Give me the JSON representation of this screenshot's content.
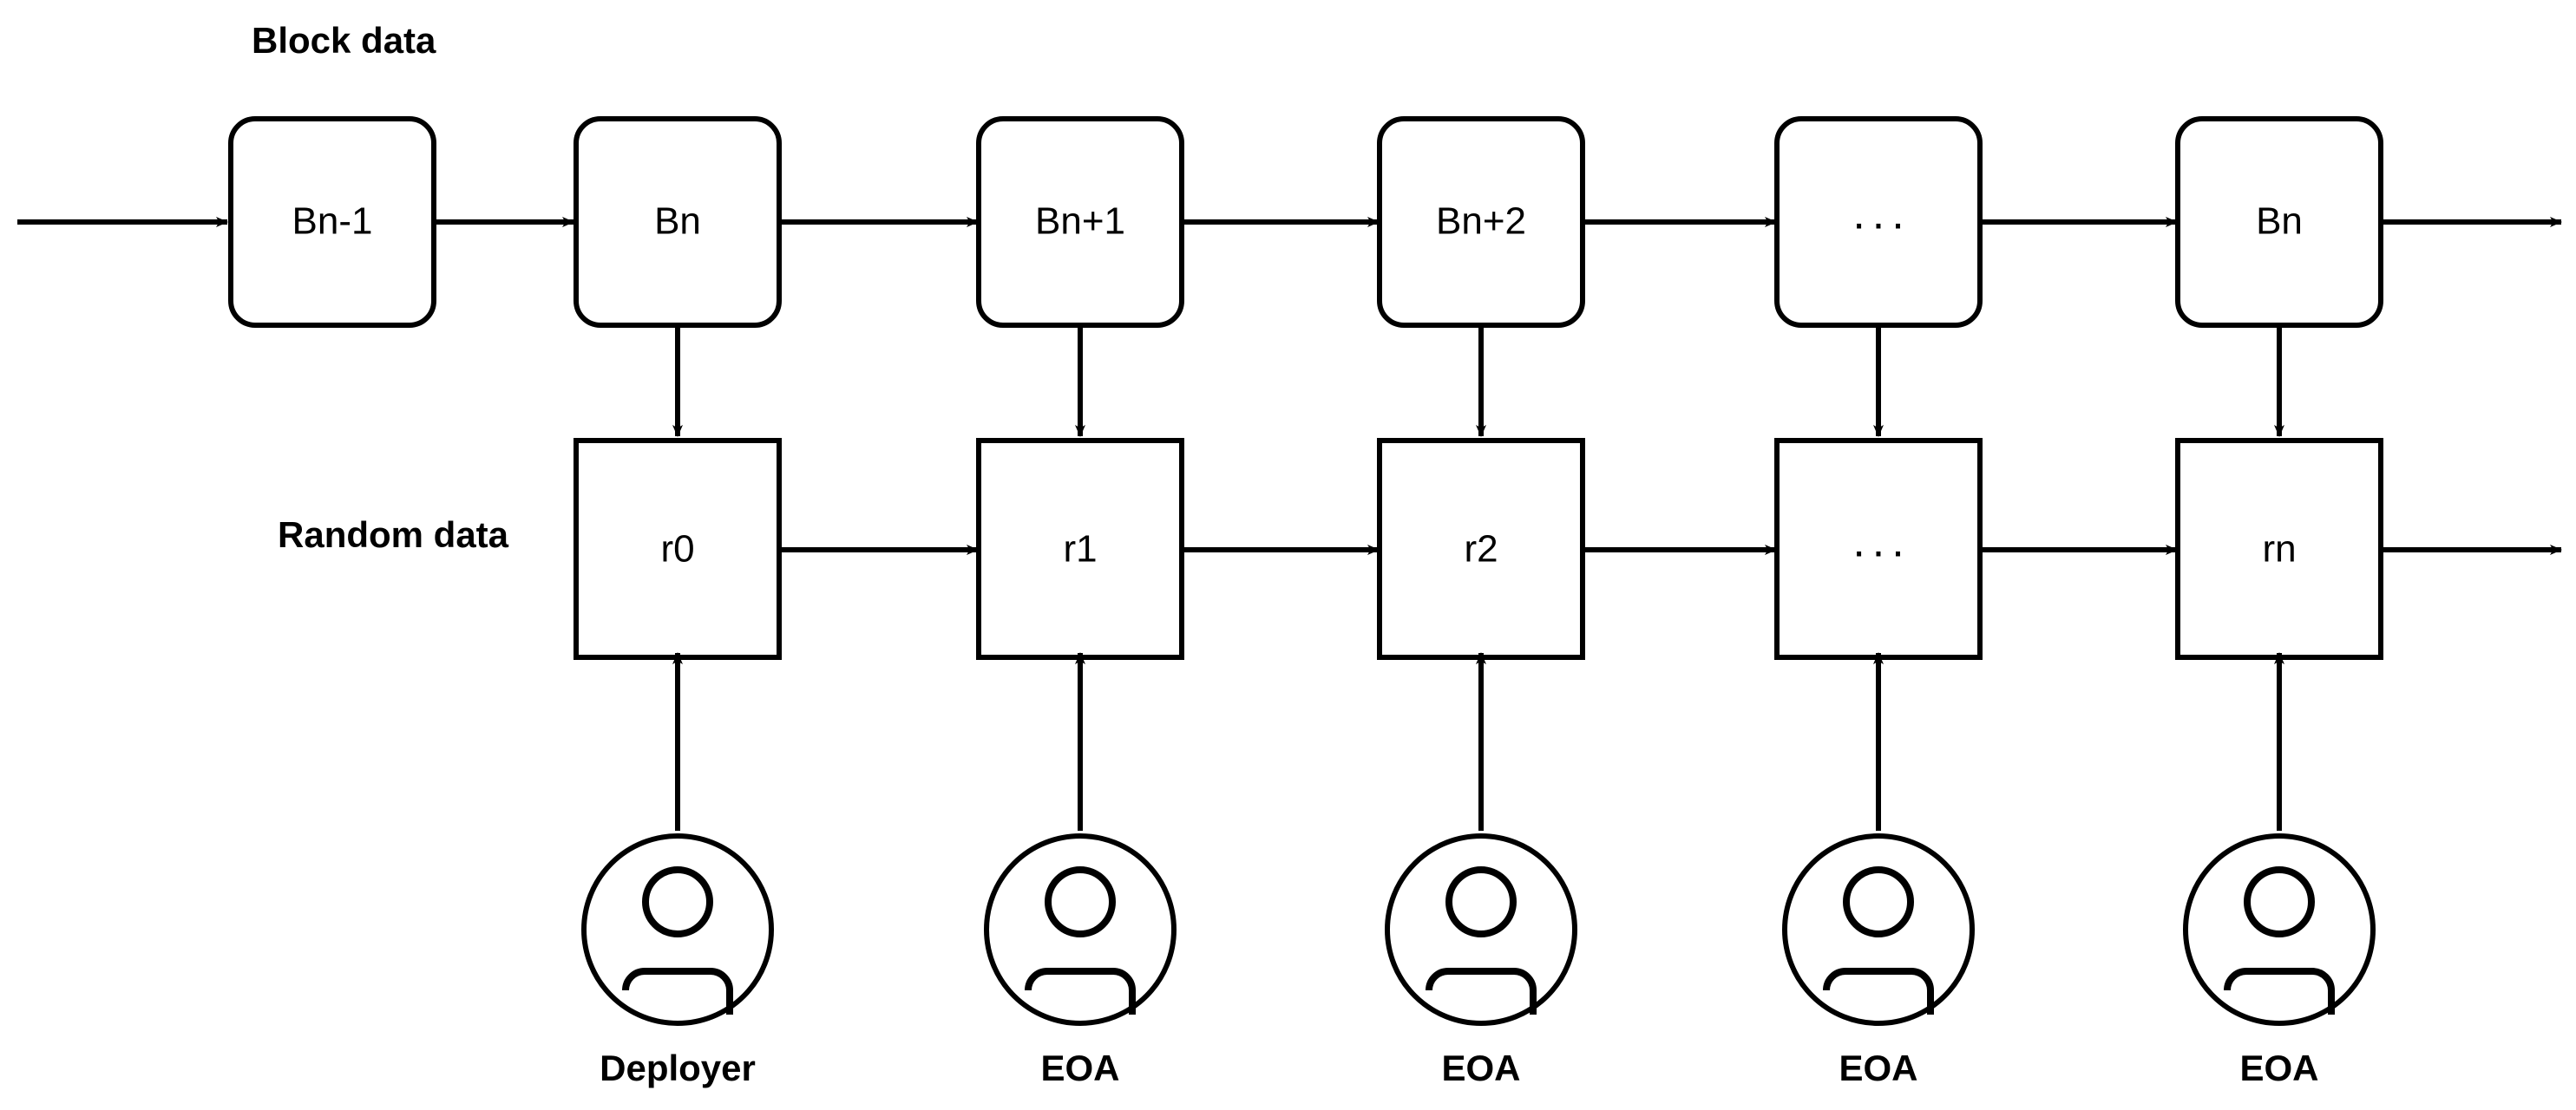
{
  "diagram": {
    "title_labels": {
      "block_row": "Block data",
      "random_row": "Random data"
    },
    "block_row": {
      "name": "block-data-chain",
      "boxes": [
        {
          "id": "block-0",
          "label": "Bn-1",
          "is_ellipsis": false
        },
        {
          "id": "block-1",
          "label": "Bn",
          "is_ellipsis": false
        },
        {
          "id": "block-2",
          "label": "Bn+1",
          "is_ellipsis": false
        },
        {
          "id": "block-3",
          "label": "Bn+2",
          "is_ellipsis": false
        },
        {
          "id": "block-4",
          "label": "...",
          "is_ellipsis": true
        },
        {
          "id": "block-5",
          "label": "Bn",
          "is_ellipsis": false
        }
      ]
    },
    "random_row": {
      "name": "random-data-chain",
      "boxes": [
        {
          "id": "random-0",
          "label": "r0",
          "is_ellipsis": false
        },
        {
          "id": "random-1",
          "label": "r1",
          "is_ellipsis": false
        },
        {
          "id": "random-2",
          "label": "r2",
          "is_ellipsis": false
        },
        {
          "id": "random-3",
          "label": "...",
          "is_ellipsis": true
        },
        {
          "id": "random-4",
          "label": "rn",
          "is_ellipsis": false
        }
      ]
    },
    "actors": [
      {
        "id": "actor-0",
        "label": "Deployer",
        "icon": "person-icon"
      },
      {
        "id": "actor-1",
        "label": "EOA",
        "icon": "person-icon"
      },
      {
        "id": "actor-2",
        "label": "EOA",
        "icon": "person-icon"
      },
      {
        "id": "actor-3",
        "label": "EOA",
        "icon": "person-icon"
      },
      {
        "id": "actor-4",
        "label": "EOA",
        "icon": "person-icon"
      }
    ],
    "colors": {
      "stroke": "#000000",
      "fill": "#ffffff",
      "text": "#000000"
    }
  }
}
